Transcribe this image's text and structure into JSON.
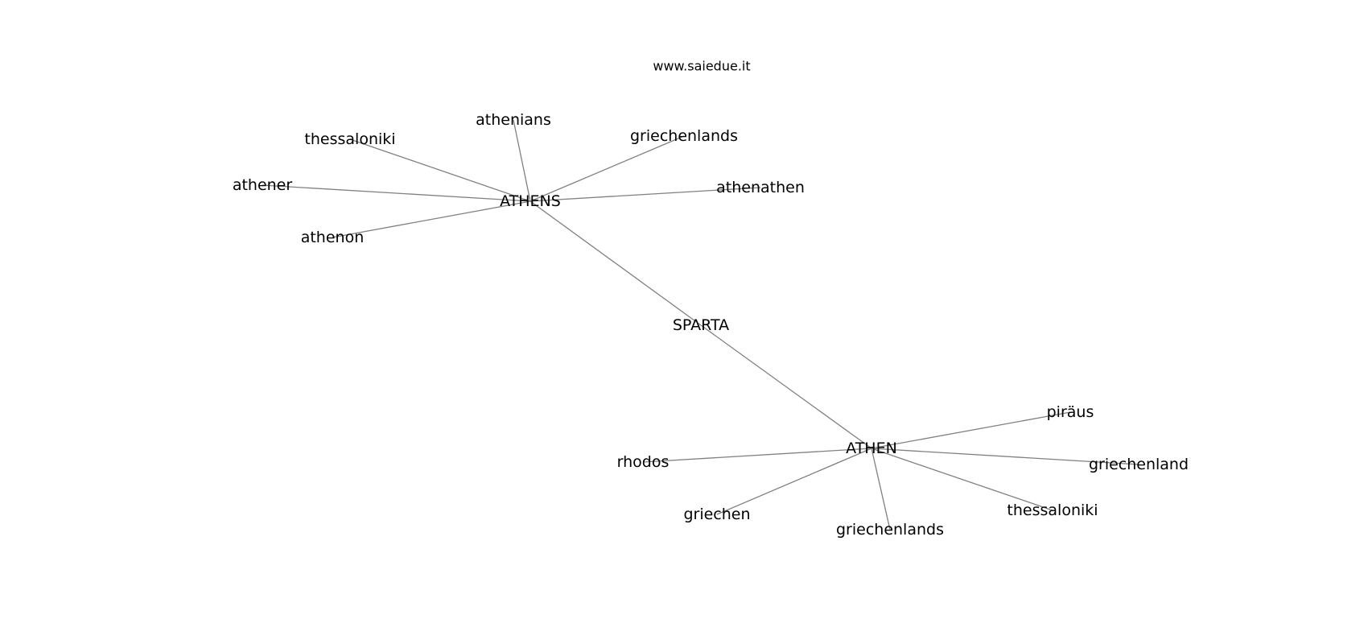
{
  "watermark": "www.saiedue.it",
  "graph": {
    "nodes": [
      {
        "id": "sparta",
        "label": "SPARTA"
      },
      {
        "id": "athens",
        "label": "ATHENS"
      },
      {
        "id": "athen",
        "label": "ATHEN"
      },
      {
        "id": "athenians",
        "label": "athenians"
      },
      {
        "id": "thessaloniki_a",
        "label": "thessaloniki"
      },
      {
        "id": "griechenlands_a",
        "label": "griechenlands"
      },
      {
        "id": "athener",
        "label": "athener"
      },
      {
        "id": "athenathen",
        "label": "athenathen"
      },
      {
        "id": "athenon",
        "label": "athenon"
      },
      {
        "id": "piraus",
        "label": "piräus"
      },
      {
        "id": "rhodos",
        "label": "rhodos"
      },
      {
        "id": "griechenland",
        "label": "griechenland"
      },
      {
        "id": "thessaloniki_b",
        "label": "thessaloniki"
      },
      {
        "id": "griechen",
        "label": "griechen"
      },
      {
        "id": "griechenlands_b",
        "label": "griechenlands"
      }
    ],
    "edges": [
      [
        "athens",
        "sparta"
      ],
      [
        "sparta",
        "athen"
      ],
      [
        "athens",
        "athenians"
      ],
      [
        "athens",
        "thessaloniki_a"
      ],
      [
        "athens",
        "griechenlands_a"
      ],
      [
        "athens",
        "athener"
      ],
      [
        "athens",
        "athenathen"
      ],
      [
        "athens",
        "athenon"
      ],
      [
        "athen",
        "piraus"
      ],
      [
        "athen",
        "rhodos"
      ],
      [
        "athen",
        "griechenland"
      ],
      [
        "athen",
        "thessaloniki_b"
      ],
      [
        "athen",
        "griechen"
      ],
      [
        "athen",
        "griechenlands_b"
      ]
    ]
  }
}
